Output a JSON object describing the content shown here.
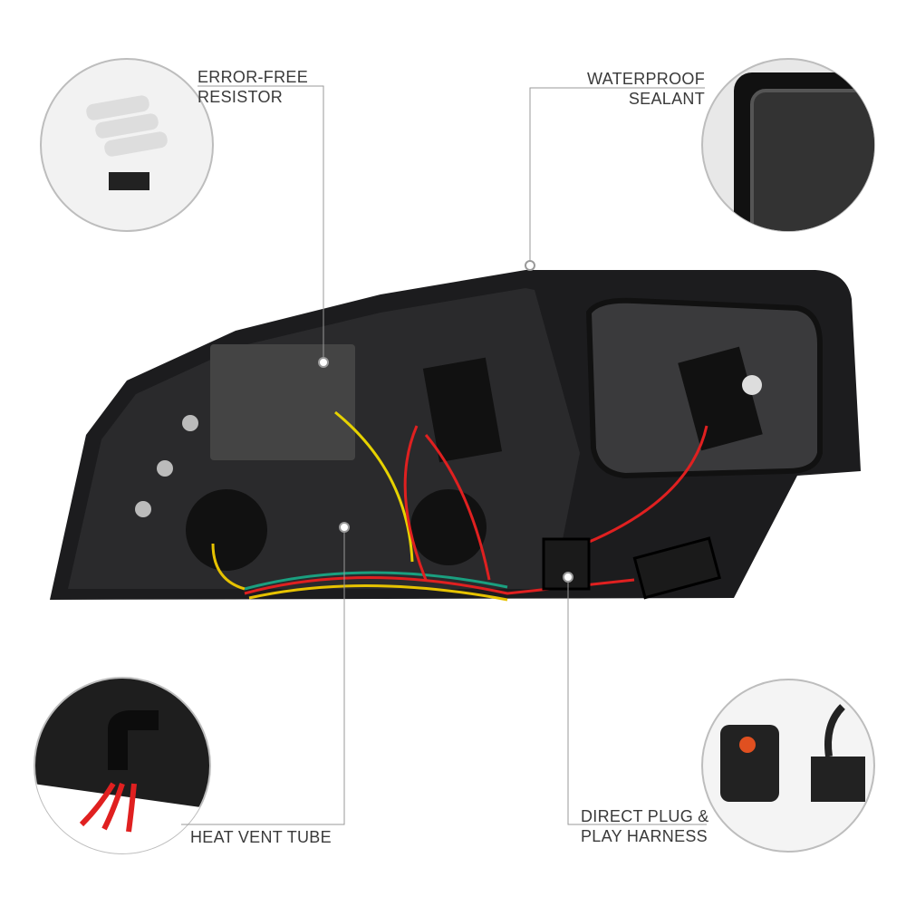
{
  "callouts": {
    "resistor": {
      "line1": "ERROR-FREE",
      "line2": "RESISTOR"
    },
    "sealant": {
      "line1": "WATERPROOF",
      "line2": "SEALANT"
    },
    "vent": {
      "line1": "HEAT VENT TUBE"
    },
    "harness": {
      "line1": "DIRECT PLUG &",
      "line2": "PLAY HARNESS"
    }
  },
  "colors": {
    "housing": "#1c1c1e",
    "accent_red": "#e02020",
    "line": "#9a9a9a"
  }
}
